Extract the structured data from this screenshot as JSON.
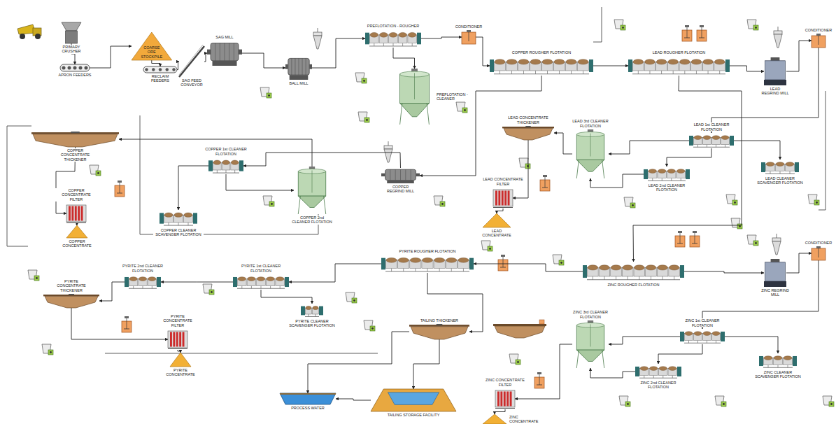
{
  "diagram": {
    "nodes": [
      {
        "text": [
          "PRIMARY CRUSHER"
        ]
      },
      {
        "text": [
          "APRON FEEDERS"
        ]
      },
      {
        "text": [
          "COARSE ORE STOCKPILE"
        ]
      },
      {
        "text": [
          "RECLAIM FEEDERS"
        ]
      },
      {
        "text": [
          "SAG FEED CONVEYOR"
        ]
      },
      {
        "text": [
          "SAG MILL"
        ]
      },
      {
        "text": [
          "BALL MILL"
        ]
      },
      {
        "text": [
          "PREFLOTATION - ROUGHER"
        ]
      },
      {
        "text": [
          "PREFLOTATION - CLEANER"
        ]
      },
      {
        "text": [
          "CONDITIONER"
        ]
      },
      {
        "text": [
          "COPPER ROUGHER FLOTATION"
        ]
      },
      {
        "text": [
          "LEAD ROUGHER FLOTATION"
        ]
      },
      {
        "text": [
          "LEAD REGRIND MILL"
        ]
      },
      {
        "text": [
          "CONDITIONER"
        ]
      },
      {
        "text": [
          "COPPER CONCENTRATE THICKENER"
        ]
      },
      {
        "text": [
          "COPPER CONCENTRATE FILTER"
        ]
      },
      {
        "text": [
          "COPPER CONCENTRATE"
        ]
      },
      {
        "text": [
          "COPPER 1st CLEANER FLOTATION"
        ]
      },
      {
        "text": [
          "COPPER CLEANER SCAVENGER FLOTATION"
        ]
      },
      {
        "text": [
          "COPPER 2nd CLEANER FLOTATION"
        ]
      },
      {
        "text": [
          "COPPER REGRIND MILL"
        ]
      },
      {
        "text": [
          "LEAD CONCENTRATE THICKENER"
        ]
      },
      {
        "text": [
          "LEAD CONCENTRATE FILTER"
        ]
      },
      {
        "text": [
          "LEAD CONCENTRATE"
        ]
      },
      {
        "text": [
          "LEAD 3rd CLEANER FLOTATION"
        ]
      },
      {
        "text": [
          "LEAD 1st CLEANER FLOTATION"
        ]
      },
      {
        "text": [
          "LEAD 2nd CLEANER FLOTATION"
        ]
      },
      {
        "text": [
          "LEAD CLEANER SCAVENGER FLOTATION"
        ]
      },
      {
        "text": [
          "PYRITE CONCENTRATE THICKENER"
        ]
      },
      {
        "text": [
          "PYRITE CONCENTRATE FILTER"
        ]
      },
      {
        "text": [
          "PYRITE CONCENTRATE"
        ]
      },
      {
        "text": [
          "PYRITE 2nd CLEANER FLOTATION"
        ]
      },
      {
        "text": [
          "PYRITE 1st CLEANER FLOTATION"
        ]
      },
      {
        "text": [
          "PYRITE CLEANER SCAVENGER FLOTATION"
        ]
      },
      {
        "text": [
          "PYRITE ROUGHER FLOTATION"
        ]
      },
      {
        "text": [
          "TAILING THICKENER"
        ]
      },
      {
        "text": [
          "PROCESS WATER"
        ]
      },
      {
        "text": [
          "TAILING STORAGE FACILITY"
        ]
      },
      {
        "text": [
          "ZINC ROUGHER FLOTATION"
        ]
      },
      {
        "text": [
          "ZINC REGRIND MILL"
        ]
      },
      {
        "text": [
          "CONDITIONER"
        ]
      },
      {
        "text": [
          "ZINC CONCENTRATE FILTER"
        ]
      },
      {
        "text": [
          "ZINC CONCENTRATE"
        ]
      },
      {
        "text": [
          "ZINC 3rd CLEANER FLOTATION"
        ]
      },
      {
        "text": [
          "ZINC 1st CLEANER FLOTATION"
        ]
      },
      {
        "text": [
          "ZINC 2nd CLEANER FLOTATION"
        ]
      },
      {
        "text": [
          "ZINC CLEANER SCAVENGER FLOTATION"
        ]
      }
    ],
    "edges": [
      {
        "from": 0,
        "to": 1,
        "arrow": "to"
      },
      {
        "from": 1,
        "to": 2,
        "arrow": "to"
      },
      {
        "from": 2,
        "to": 3,
        "arrow": "to"
      },
      {
        "from": 3,
        "to": 4,
        "arrow": "to"
      },
      {
        "from": 4,
        "to": 5,
        "arrow": "to"
      },
      {
        "from": 5,
        "to": 6,
        "arrow": "to"
      },
      {
        "from": 6,
        "to": 7,
        "arrow": "to"
      },
      {
        "from": 7,
        "to": 8,
        "arrow": "to"
      },
      {
        "from": 7,
        "to": 9,
        "arrow": "to"
      },
      {
        "from": 9,
        "to": 10,
        "arrow": "to"
      },
      {
        "from": 10,
        "to": 20,
        "arrow": "to"
      },
      {
        "from": 20,
        "to": 17,
        "arrow": "to"
      },
      {
        "from": 17,
        "to": 19,
        "arrow": "to"
      },
      {
        "from": 19,
        "to": 14,
        "arrow": "to"
      },
      {
        "from": 17,
        "to": 18,
        "arrow": "to"
      },
      {
        "from": 14,
        "to": 15,
        "arrow": "to"
      },
      {
        "from": 15,
        "to": 16,
        "arrow": "to"
      },
      {
        "from": 10,
        "to": 11,
        "arrow": "to"
      },
      {
        "from": 11,
        "to": 12,
        "arrow": "to"
      },
      {
        "from": 12,
        "to": 13,
        "arrow": "to"
      },
      {
        "from": 13,
        "to": 25,
        "arrow": "to"
      },
      {
        "from": 25,
        "to": 24,
        "arrow": "to"
      },
      {
        "from": 24,
        "to": 21,
        "arrow": "to"
      },
      {
        "from": 25,
        "to": 27,
        "arrow": "to"
      },
      {
        "from": 25,
        "to": 26,
        "arrow": "to"
      },
      {
        "from": 26,
        "to": 24,
        "arrow": "to"
      },
      {
        "from": 21,
        "to": 22,
        "arrow": "to"
      },
      {
        "from": 22,
        "to": 23,
        "arrow": "to"
      },
      {
        "from": 11,
        "to": 38,
        "arrow": "to"
      },
      {
        "from": 38,
        "to": 39,
        "arrow": "to"
      },
      {
        "from": 39,
        "to": 40,
        "arrow": "to"
      },
      {
        "from": 40,
        "to": 44,
        "arrow": "to"
      },
      {
        "from": 44,
        "to": 43,
        "arrow": "to"
      },
      {
        "from": 43,
        "to": 41,
        "arrow": "to"
      },
      {
        "from": 41,
        "to": 42,
        "arrow": "to"
      },
      {
        "from": 44,
        "to": 46,
        "arrow": "to"
      },
      {
        "from": 44,
        "to": 45,
        "arrow": "to"
      },
      {
        "from": 45,
        "to": 43,
        "arrow": "to"
      },
      {
        "from": 38,
        "to": 34,
        "arrow": "to"
      },
      {
        "from": 34,
        "to": 32,
        "arrow": "to"
      },
      {
        "from": 32,
        "to": 31,
        "arrow": "to"
      },
      {
        "from": 31,
        "to": 28,
        "arrow": "to"
      },
      {
        "from": 32,
        "to": 33,
        "arrow": "to"
      },
      {
        "from": 28,
        "to": 29,
        "arrow": "to"
      },
      {
        "from": 29,
        "to": 30,
        "arrow": "to"
      },
      {
        "from": 34,
        "to": 35,
        "arrow": "to"
      },
      {
        "from": 35,
        "to": 37,
        "arrow": "to"
      },
      {
        "from": 35,
        "to": 36,
        "arrow": "to"
      },
      {
        "from": 37,
        "to": 36,
        "arrow": "to"
      }
    ]
  }
}
